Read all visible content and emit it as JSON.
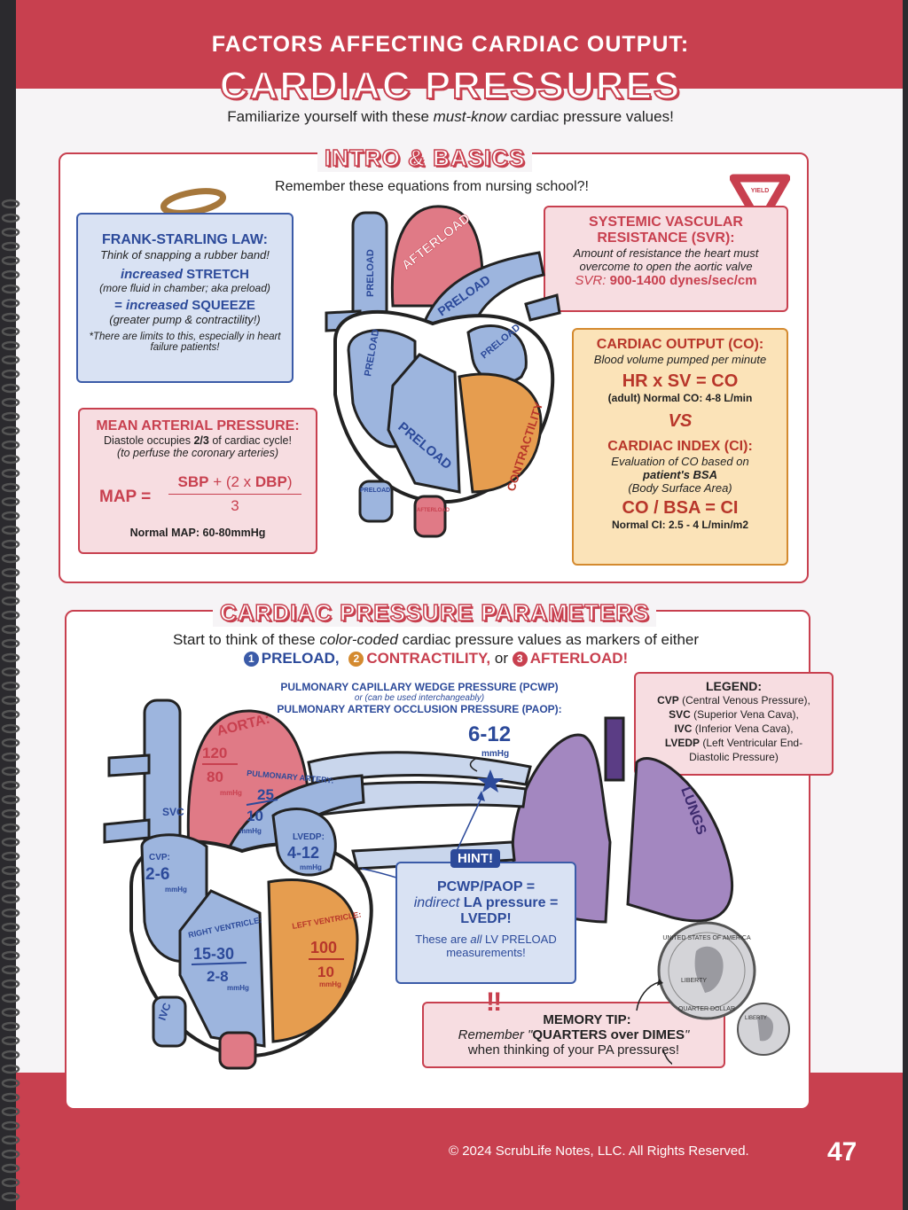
{
  "header": {
    "kicker": "FACTORS AFFECTING CARDIAC OUTPUT:",
    "title": "CARDIAC PRESSURES",
    "subtitle_pre": "Familiarize yourself with these ",
    "subtitle_em": "must-know",
    "subtitle_post": " cardiac pressure values!"
  },
  "intro": {
    "heading": "INTRO & BASICS",
    "lead": "Remember these equations from nursing school?!",
    "yield_sign": "YIELD",
    "frank": {
      "title": "FRANK-STARLING LAW:",
      "sub": "Think of snapping a rubber band!",
      "l1_em": "increased",
      "l1": " STRETCH",
      "l2": "(more fluid in chamber; aka preload)",
      "l3_pre": "= ",
      "l3_em": "increased",
      "l3": " SQUEEZE",
      "l4": "(greater pump & contractility!)",
      "note": "*There are limits to this, especially in heart failure patients!"
    },
    "map": {
      "title": "MEAN ARTERIAL PRESSURE:",
      "l1_pre": "Diastole occupies ",
      "l1_b": "2/3",
      "l1_post": " of cardiac cycle!",
      "l2": "(to perfuse the coronary arteries)",
      "lhs": "MAP =",
      "num_a": "SBP",
      "num_b": " + (2 x ",
      "num_c": "DBP",
      "num_d": ")",
      "den": "3",
      "normal": "Normal MAP: 60-80mmHg"
    },
    "svr": {
      "title1": "SYSTEMIC VASCULAR",
      "title2": "RESISTANCE (SVR):",
      "desc": "Amount of resistance the heart must overcome to open the aortic valve",
      "val_pre": "SVR: ",
      "val": "900-1400 dynes/sec/cm"
    },
    "co": {
      "title": "CARDIAC OUTPUT (CO):",
      "desc": "Blood volume pumped per minute",
      "eq": "HR x SV = CO",
      "normal": "(adult) Normal CO: 4-8 L/min",
      "vs": "VS",
      "ci_title": "CARDIAC INDEX (CI):",
      "ci_desc1": "Evaluation of CO based on",
      "ci_desc2": "patient's BSA",
      "ci_desc3": "(Body Surface Area)",
      "ci_eq": "CO / BSA = CI",
      "ci_normal": "Normal CI: 2.5 - 4 L/min/m2"
    },
    "heart_labels": {
      "afterload": "AFTERLOAD",
      "preload": "PRELOAD",
      "contractility": "CONTRACTILITY",
      "afterload_small": "AFTERLOAD"
    }
  },
  "params": {
    "heading": "CARDIAC PRESSURE PARAMETERS",
    "lead_pre": "Start to think of these ",
    "lead_em": "color-coded",
    "lead_post": " cardiac pressure values as markers of either",
    "k1_num": "1",
    "k1": "PRELOAD,",
    "k2_num": "2",
    "k2": "CONTRACTILITY,",
    "k_or": " or ",
    "k3_num": "3",
    "k3": "AFTERLOAD!",
    "pcwp1": "PULMONARY CAPILLARY WEDGE PRESSURE (PCWP)",
    "pcwp2": "or (can be used interchangeably)",
    "pcwp3": "PULMONARY ARTERY OCCLUSION PRESSURE (PAOP):",
    "pcwp_val": "6-12",
    "mmhg": "mmHg",
    "legend": {
      "title": "LEGEND:",
      "r1_b": "CVP",
      "r1": " (Central Venous Pressure),",
      "r2_b": "SVC",
      "r2": " (Superior Vena Cava),",
      "r3_b": "IVC",
      "r3": " (Inferior Vena Cava),",
      "r4_b": "LVEDP",
      "r4": " (Left Ventricular End-",
      "r5": "Diastolic Pressure)"
    },
    "heart": {
      "aorta": "AORTA:",
      "aorta_sys": "120",
      "aorta_dia": "80",
      "pa": "PULMONARY ARTERY:",
      "pa_sys": "25",
      "pa_dia": "10",
      "svc": "SVC",
      "ivc": "IVC",
      "cvp": "CVP:",
      "cvp_val": "2-6",
      "lvedp": "LVEDP:",
      "lvedp_val": "4-12",
      "rv": "RIGHT VENTRICLE:",
      "rv_sys": "15-30",
      "rv_dia": "2-8",
      "lv": "LEFT VENTRICLE:",
      "lv_sys": "100",
      "lv_dia": "10",
      "lungs": "LUNGS"
    },
    "hint": {
      "tag": "HINT!",
      "l1": "PCWP/PAOP =",
      "l2_em": "indirect",
      "l2": " LA pressure =",
      "l3": "LVEDP!",
      "l4_pre": "These are ",
      "l4_em": "all",
      "l4": " LV PRELOAD",
      "l5": "measurements!"
    },
    "memory": {
      "title": "MEMORY TIP:",
      "l1_pre": "Remember \"",
      "l1_b": "QUARTERS over DIMES",
      "l1_post": "\"",
      "l2": "when thinking of your PA pressures!",
      "quarter_top": "UNITED STATES OF AMERICA",
      "quarter_bottom": "QUARTER DOLLAR",
      "quarter_liberty": "LIBERTY",
      "dime_text": "LIBERTY"
    }
  },
  "footer": {
    "copyright": "© 2024 ScrubLife Notes, LLC. All Rights Reserved.",
    "page": "47"
  },
  "colors": {
    "brand_red": "#c8404f",
    "preload_blue": "#2c4a9a",
    "contractility_orange": "#d48a2f",
    "afterload_pink": "#e07a86"
  }
}
